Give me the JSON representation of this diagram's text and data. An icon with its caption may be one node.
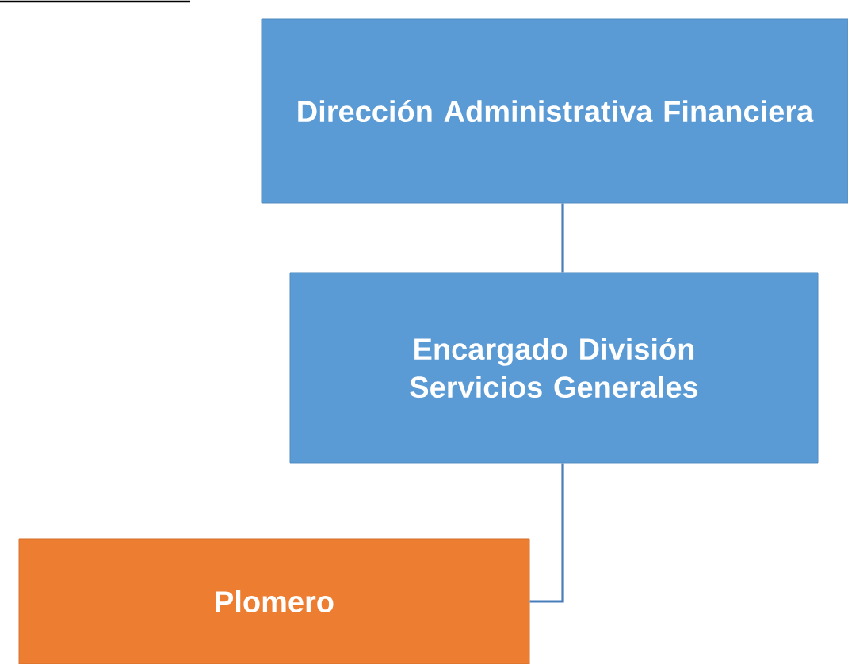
{
  "diagram": {
    "nodes": [
      {
        "text": [
          "Dirección Administrativa Financiera"
        ]
      },
      {
        "text": [
          "Encargado División Servicios Generales"
        ]
      },
      {
        "text": [
          "Plomero"
        ]
      }
    ],
    "edges": [
      {
        "from": 0,
        "to": 1,
        "arrow": "none"
      },
      {
        "from": 1,
        "to": 2,
        "arrow": "none"
      }
    ]
  }
}
